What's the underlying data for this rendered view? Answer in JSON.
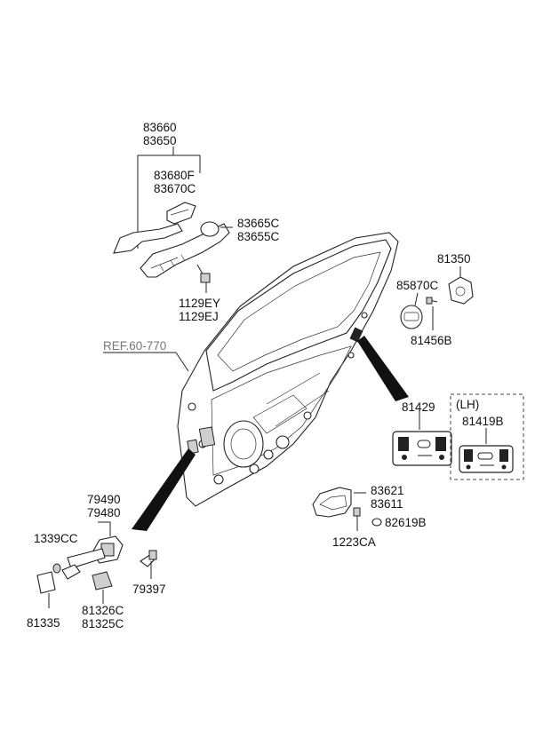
{
  "labels": {
    "p83660": "83660",
    "p83650": "83650",
    "p83680F": "83680F",
    "p83670C": "83670C",
    "p83665C": "83665C",
    "p83655C": "83655C",
    "p1129EY": "1129EY",
    "p1129EJ": "1129EJ",
    "p81350": "81350",
    "p85870C": "85870C",
    "p81456B": "81456B",
    "ref": "REF.60-770",
    "p81429": "81429",
    "lh": "(LH)",
    "p81419B": "81419B",
    "p79490": "79490",
    "p79480": "79480",
    "p83621": "83621",
    "p83611": "83611",
    "p1339CC": "1339CC",
    "p82619B": "82619B",
    "p1223CA": "1223CA",
    "p79397": "79397",
    "p81326C": "81326C",
    "p81325C": "81325C",
    "p81335": "81335"
  }
}
